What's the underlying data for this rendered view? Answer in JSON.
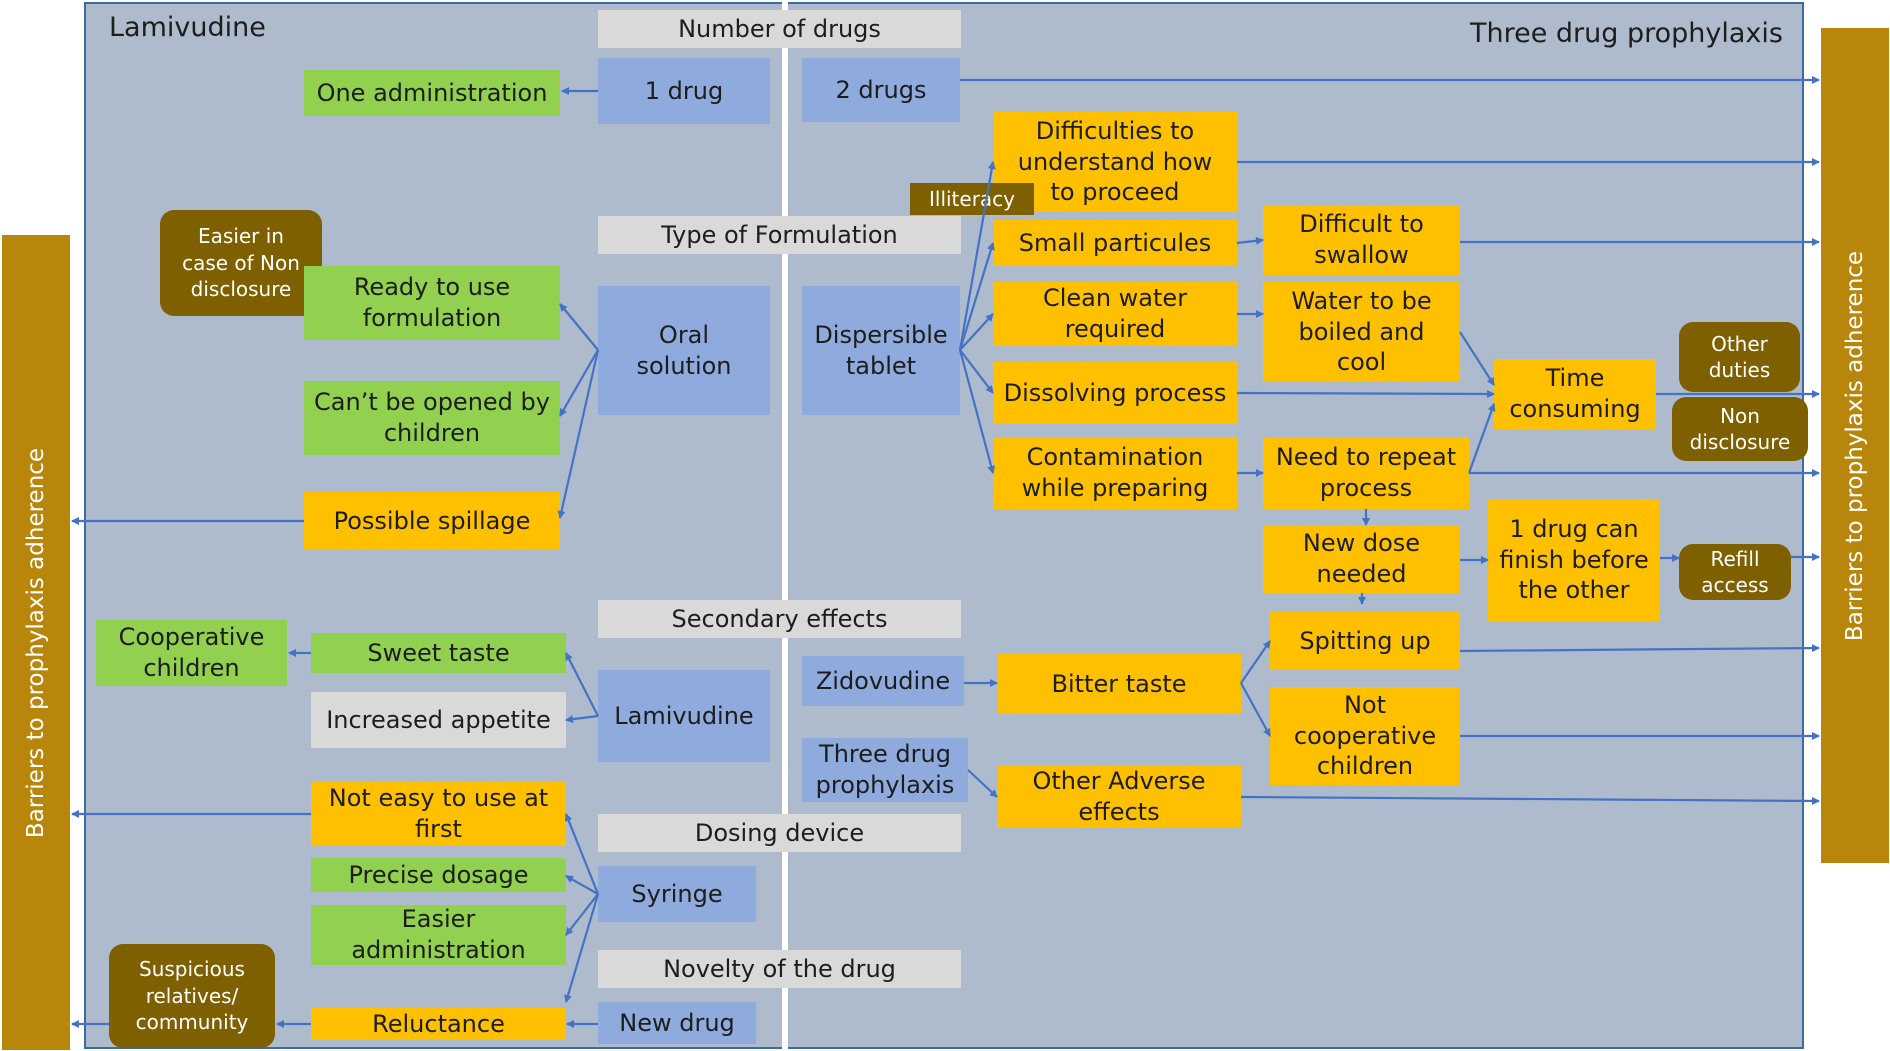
{
  "titles": {
    "left": "Lamivudine",
    "right": "Three drug prophylaxis",
    "barrier_left": "Barriers to prophylaxis adherence",
    "barrier_right": "Barriers to prophylaxis adherence"
  },
  "categories": {
    "number": "Number of drugs",
    "formulation": "Type of Formulation",
    "secondary": "Secondary effects",
    "device": "Dosing device",
    "novelty": "Novelty of the drug"
  },
  "lamivudine": {
    "one_drug": "1 drug",
    "one_admin": "One administration",
    "oral_solution": "Oral\nsolution",
    "easier_nondisclosure": "Easier in\ncase of Non\ndisclosure",
    "ready": "Ready to use\nformulation",
    "cant_open": "Can’t be opened by\nchildren",
    "spillage": "Possible spillage",
    "lamivudine_effect": "Lamivudine",
    "sweet": "Sweet taste",
    "cooperative": "Cooperative\nchildren",
    "appetite": "Increased appetite",
    "syringe": "Syringe",
    "not_easy": "Not easy to use at\nfirst",
    "precise": "Precise dosage",
    "easier_admin": "Easier\nadministration",
    "new_drug": "New drug",
    "reluctance": "Reluctance",
    "suspicious": "Suspicious\nrelatives/\ncommunity"
  },
  "three_drug": {
    "two_drugs": "2 drugs",
    "dispersible": "Dispersible\ntablet",
    "illiteracy": "Illiteracy",
    "difficulties": "Difficulties to\nunderstand how\nto proceed",
    "particules": "Small particules",
    "swallow": "Difficult to\nswallow",
    "clean_water": "Clean water\nrequired",
    "boiled": "Water to be\nboiled and\ncool",
    "dissolving": "Dissolving process",
    "contamination": "Contamination\nwhile preparing",
    "repeat": "Need to repeat\nprocess",
    "new_dose": "New dose\nneeded",
    "time": "Time\nconsuming",
    "other_duties": "Other\nduties",
    "non_disclosure": "Non\ndisclosure",
    "one_finish": "1 drug can\nfinish before\nthe other",
    "refill": "Refill\naccess",
    "zidovudine": "Zidovudine",
    "bitter": "Bitter taste",
    "spitting": "Spitting up",
    "not_coop": "Not\ncooperative\nchildren",
    "three_drug_box": "Three drug\nprophylaxis",
    "adverse": "Other Adverse\neffects"
  },
  "colors": {
    "panel": "#aebbcd",
    "panel_border": "#3e6aa8",
    "arrow": "#4472c4",
    "green": "#92d050",
    "orange": "#ffc000",
    "blue": "#8faadc",
    "gray": "#d9d9d9",
    "brown": "#7f6000",
    "barrier_bar": "#b8860b"
  }
}
